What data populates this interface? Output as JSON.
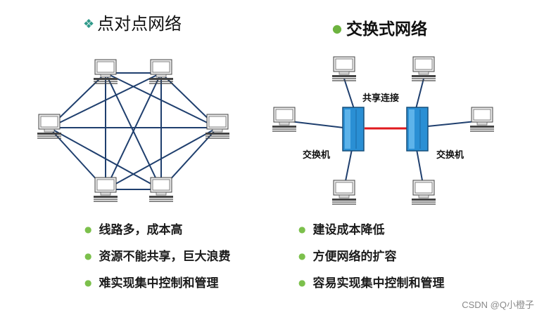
{
  "left": {
    "title": "点对点网络",
    "bullets": [
      "线路多，成本高",
      "资源不能共享，巨大浪费",
      "难实现集中控制和管理"
    ]
  },
  "right": {
    "title": "交换式网络",
    "shared_link_label": "共享连接",
    "switch_label_left": "交换机",
    "switch_label_right": "交换机",
    "bullets": [
      "建设成本降低",
      "方便网络的扩容",
      "容易实现集中控制和管理"
    ]
  },
  "watermark": "CSDN @Q小橙子",
  "colors": {
    "line": "#1f3f6e",
    "switch": "#2a8fd4",
    "link": "#e0191e",
    "bullet": "#7cc04c"
  }
}
